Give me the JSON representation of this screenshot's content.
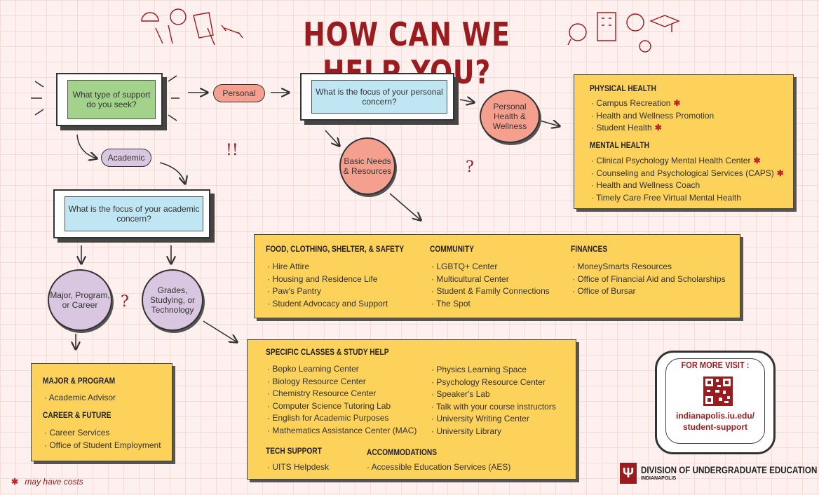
{
  "title": "HOW CAN WE HELP YOU?",
  "start_question": "What type of support do you seek?",
  "personal_label": "Personal",
  "academic_label": "Academic",
  "personal_question": "What is the focus of your personal concern?",
  "academic_question": "What is the focus of your academic concern?",
  "personal_health_circle": "Personal Health & Wellness",
  "basic_needs_circle": "Basic Needs & Resources",
  "major_circle": "Major, Program, or Career",
  "grades_circle": "Grades, Studying, or Technology",
  "health_panel": {
    "physical_heading": "PHYSICAL HEALTH",
    "physical_items": [
      {
        "label": "Campus Recreation",
        "cost": true
      },
      {
        "label": "Health and Wellness Promotion",
        "cost": false
      },
      {
        "label": "Student Health",
        "cost": true
      }
    ],
    "mental_heading": "MENTAL HEALTH",
    "mental_items": [
      {
        "label": "Clinical Psychology Mental Health Center",
        "cost": true
      },
      {
        "label": "Counseling and Psychological Services (CAPS)",
        "cost": true
      },
      {
        "label": "Health and Wellness Coach",
        "cost": false
      },
      {
        "label": "Timely Care Free Virtual Mental Health",
        "cost": false
      }
    ]
  },
  "basic_panel": {
    "food_heading": "FOOD,  CLOTHING, SHELTER, & SAFETY",
    "food_items": [
      "Hire Attire",
      "Housing and Residence Life",
      "Paw's Pantry",
      "Student Advocacy and Support"
    ],
    "community_heading": "COMMUNITY",
    "community_items": [
      "LGBTQ+ Center",
      "Multicultural Center",
      "Student & Family Connections",
      "The Spot"
    ],
    "finances_heading": "FINANCES",
    "finances_items": [
      "MoneySmarts Resources",
      "Office of Financial Aid and Scholarships",
      "Office of Bursar"
    ]
  },
  "major_panel": {
    "major_heading": "MAJOR & PROGRAM",
    "major_items": [
      "Academic Advisor"
    ],
    "career_heading": "CAREER & FUTURE",
    "career_items": [
      "Career Services",
      "Office of Student Employment"
    ]
  },
  "classes_panel": {
    "classes_heading": "SPECIFIC CLASSES & STUDY HELP",
    "classes_col1": [
      "Bepko Learning Center",
      "Biology Resource Center",
      "Chemistry Resource Center",
      "Computer Science Tutoring Lab",
      "English for Academic Purposes",
      "Mathematics Assistance Center (MAC)"
    ],
    "classes_col2": [
      "Physics Learning Space",
      "Psychology Resource Center",
      "Speaker's Lab",
      "Talk with your course instructors",
      "University Writing Center",
      "University Library"
    ],
    "tech_heading": "TECH SUPPORT",
    "tech_items": [
      "UITS Helpdesk"
    ],
    "accom_heading": "ACCOMMODATIONS",
    "accom_items": [
      "Accessible Education Services (AES)"
    ]
  },
  "visit": {
    "heading": "FOR MORE VISIT :",
    "url_line1": "indianapolis.iu.edu/",
    "url_line2": "student-support"
  },
  "footer": {
    "division": "DIVISION OF UNDERGRADUATE EDUCATION",
    "campus": "INDIANAPOLIS"
  },
  "cost_note": "may have costs",
  "cost_symbol": "✱",
  "exclaim": "!!",
  "question_mark": "?",
  "colors": {
    "accent": "#9b1c1f",
    "panel": "#fdd25a",
    "green": "#a3d38a",
    "blue": "#bfe6f2",
    "salmon": "#f5a08f",
    "lilac": "#d9c6e0"
  }
}
